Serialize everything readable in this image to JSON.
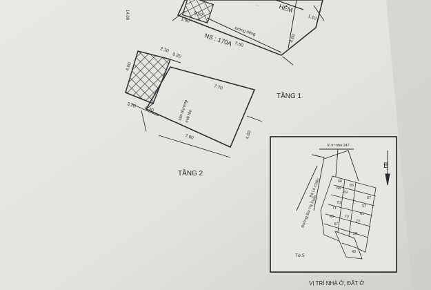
{
  "top_plan": {
    "label_hem": "HẺM",
    "dim_right": "1.10",
    "dim_side": "4.00",
    "dim_length": "7.60",
    "wall_note": "tường riêng",
    "unit_no": "NS : 170A",
    "dim_a": "0.50",
    "dim_b": "1.60",
    "small_top": "14.00"
  },
  "lower_plan": {
    "dim_a": "2.10",
    "dim_b": "0.20",
    "dim_left": "4.00",
    "dim_c": "3.20",
    "dim_d": "0.20",
    "dim_top": "7.70",
    "dim_right": "4.00",
    "dim_bottom": "7.60",
    "room_note_1": "sân thượng",
    "room_note_2": "mái tôn"
  },
  "floor_labels": {
    "tang1": "TẦNG 1",
    "tang2": "TẦNG 2"
  },
  "location_map": {
    "house_note": "Vị trí nhà 147",
    "street_1": "Bà Lê Chân",
    "street_2": "Đường Bùi Thị Xuân",
    "north_label": "B",
    "sheet_label": "Tờ 5",
    "lot_numbers": [
      "68",
      "69",
      "66",
      "65",
      "70",
      "71",
      "57",
      "57",
      "61",
      "63",
      "72",
      "73",
      "67",
      "58",
      "43"
    ]
  },
  "caption": "VỊ TRÍ NHÀ Ở, ĐẤT Ở"
}
